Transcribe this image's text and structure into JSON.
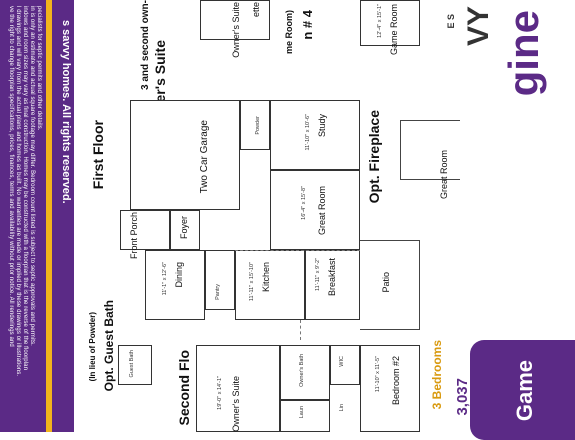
{
  "brand": {
    "logo_top": "gine",
    "logo_bottom": "VY",
    "logo_small": "E S"
  },
  "disclaimer": {
    "lines": [
      "ve the right to change floorplan specifications, prices, finances, terms and availability without prior notice. All renderings and",
      "l drawings and will vary from the actual plans and homes as built. No warranties are made or implied by these drawings or illustrations.",
      "indows and room sizes may vary as final construction. Homes may be constructed with a floorplan that is the reverse of the floorplan",
      "in is only an estimate and actual square footage may differ. Bedroom count listed is subject to septic approvals and permits.",
      "pecialists for septic permits and other details."
    ]
  },
  "copyright": "s savvy homes. All rights reserved.",
  "plans": {
    "option4_title": "n # 4",
    "option4_sub": "me Room)",
    "owners_suite_opt": "3 and second own-",
    "owners_suite_label": "wner's Suite",
    "first_floor": "First Floor",
    "opt_fireplace": "Opt. Fireplace",
    "opt_guest_bath": "Opt. Guest Bath",
    "guest_bath_sub": "(In lieu of Powder)",
    "second_floor": "Second Flo",
    "bedrooms_count": "3 Bedrooms",
    "sqft": "3,037",
    "banner_title": "Game"
  },
  "rooms": {
    "game_room": {
      "name": "Game Room",
      "dim": "12'-4\" x 15'-1\""
    },
    "owners_suite_top": {
      "name": "Owner's Suite",
      "dim": ""
    },
    "ette": {
      "name": "ette",
      "dim": ""
    },
    "study": {
      "name": "Study",
      "dim": "11'-10\" x 10'-6\""
    },
    "two_car_garage": {
      "name": "Two Car Garage"
    },
    "powder": {
      "name": "Powder"
    },
    "great_room": {
      "name": "Great Room",
      "dim": "16'-4\" x 15'-8\""
    },
    "great_room_opt": {
      "name": "Great Room"
    },
    "foyer": {
      "name": "Foyer"
    },
    "front_porch": {
      "name": "Front Porch"
    },
    "dining": {
      "name": "Dining",
      "dim": "11'-1\" x 12'-6\""
    },
    "pantry": {
      "name": "Pantry"
    },
    "kitchen": {
      "name": "Kitchen",
      "dim": "11'-11\" x 15'-10\""
    },
    "breakfast": {
      "name": "Breakfast",
      "dim": "11'-11\" x 9'-2\""
    },
    "patio": {
      "name": "Patio"
    },
    "bedroom2": {
      "name": "Bedroom #2",
      "dim": "11'-10\" x 11'-5\""
    },
    "owners_suite": {
      "name": "Owner's Suite",
      "dim": "19'-0\" x 14'-1\""
    },
    "owners_bath": {
      "name": "Owner's Bath"
    },
    "guest_bath": {
      "name": "Guest Bath"
    },
    "wic": {
      "name": "WIC"
    },
    "linen": {
      "name": "Lin"
    },
    "laundry": {
      "name": "Laun"
    }
  },
  "colors": {
    "purple": "#5b2a86",
    "gold": "#f2b41c"
  }
}
